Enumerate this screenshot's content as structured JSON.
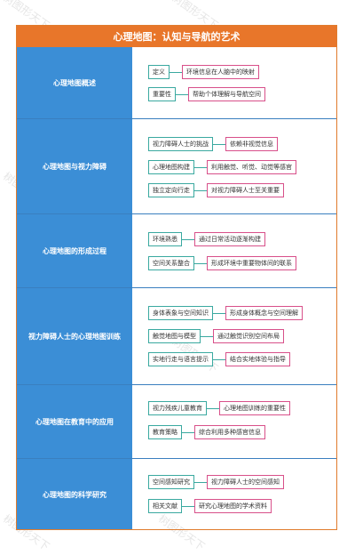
{
  "watermarks": [
    "树图形天下",
    "树图形天下",
    "树图形天下",
    "树图形天下",
    "树图形天下",
    "树图形天下"
  ],
  "title": "心理地图：认知与导航的艺术",
  "sections": [
    {
      "category": "心理地图概述",
      "items": [
        {
          "label": "定义",
          "desc": "环境信息在人脑中的映射"
        },
        {
          "label": "重要性",
          "desc": "帮助个体理解与导航空间"
        }
      ]
    },
    {
      "category": "心理地图与视力障碍",
      "items": [
        {
          "label": "视力障碍人士的挑战",
          "desc": "依赖非视觉信息"
        },
        {
          "label": "心理地图构建",
          "desc": "利用触觉、听觉、动觉等感官"
        },
        {
          "label": "独立定向行走",
          "desc": "对视力障碍人士至关重要"
        }
      ]
    },
    {
      "category": "心理地图的形成过程",
      "items": [
        {
          "label": "环境熟悉",
          "desc": "通过日常活动逐渐构建"
        },
        {
          "label": "空间关系整合",
          "desc": "形成环境中重要物体间的联系"
        }
      ]
    },
    {
      "category": "视力障碍人士的心理地图训练",
      "items": [
        {
          "label": "身体表象与空间知识",
          "desc": "形成身体概念与空间理解"
        },
        {
          "label": "触觉地图与模型",
          "desc": "通过触觉识别空间布局"
        },
        {
          "label": "实地行走与语言提示",
          "desc": "结合实地体验与指导"
        }
      ]
    },
    {
      "category": "心理地图在教育中的应用",
      "items": [
        {
          "label": "视力残疾儿童教育",
          "desc": "心理地图训练的重要性"
        },
        {
          "label": "教育策略",
          "desc": "综合利用多种感官信息"
        }
      ]
    },
    {
      "category": "心理地图的科学研究",
      "items": [
        {
          "label": "空间感知研究",
          "desc": "视力障碍人士的空间感知"
        },
        {
          "label": "相关文献",
          "desc": "研究心理地图的学术资料"
        }
      ]
    }
  ]
}
